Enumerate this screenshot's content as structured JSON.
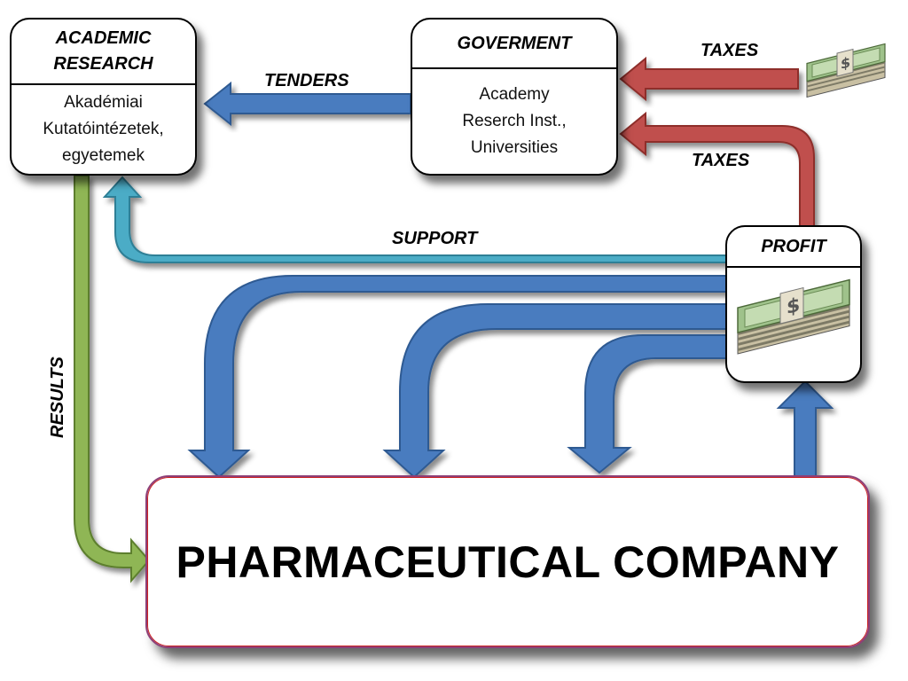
{
  "academic": {
    "title_line1": "ACADEMIC",
    "title_line2": "RESEARCH",
    "body_line1": "Akadémiai",
    "body_line2": "Kutatóintézetek,",
    "body_line3": "egyetemek"
  },
  "government": {
    "title": "GOVERMENT",
    "body_line1": "Academy",
    "body_line2": "Reserch Inst.,",
    "body_line3": "Universities"
  },
  "profit": {
    "title": "PROFIT"
  },
  "company": {
    "title": "PHARMACEUTICAL COMPANY"
  },
  "arrows": {
    "tenders": "TENDERS",
    "taxes_top": "TAXES",
    "taxes_profit": "TAXES",
    "support": "SUPPORT",
    "results": "RESULTS"
  },
  "colors": {
    "blue": "#4a7cbf",
    "red": "#c0504d",
    "green": "#8fb654",
    "teal": "#4bacc6"
  },
  "icons": [
    "money-stack-icon"
  ]
}
